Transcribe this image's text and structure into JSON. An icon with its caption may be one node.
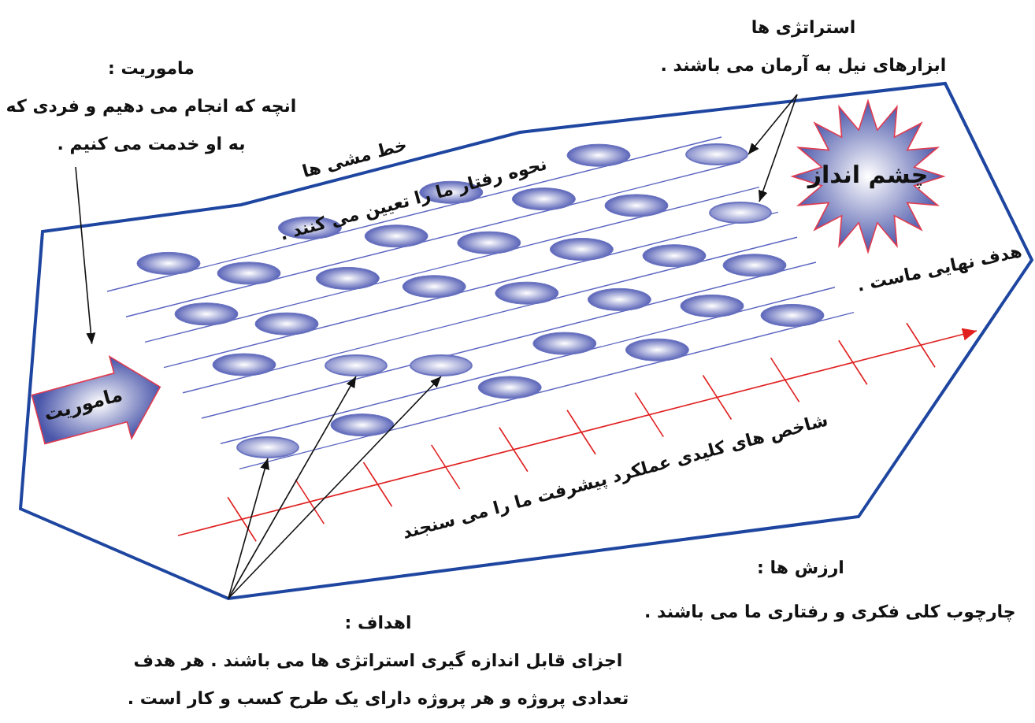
{
  "diagram": {
    "nodes": [
      {
        "text": [
          "ماموریت :",
          "انچه که انجام می دهیم و فردی که به او خدمت می کنیم ."
        ]
      },
      {
        "text": [
          "استراتژی ها",
          "ابزارهای نیل به آرمان می باشند ."
        ]
      },
      {
        "text": [
          "چشم انداز"
        ],
        "beside": [
          "هدف نهایی ماست ."
        ]
      },
      {
        "text": [
          "ماموریت"
        ]
      },
      {
        "text": [],
        "shape": "ellipse"
      },
      {
        "text": [],
        "shape": "ellipse"
      },
      {
        "text": [],
        "shape": "ellipse"
      },
      {
        "text": [],
        "shape": "ellipse"
      },
      {
        "text": [],
        "shape": "ellipse"
      },
      {
        "text": [
          "اهداف :",
          "اجزای قابل اندازه گیری استراتژی ها می باشند . هر هدف تعدادی پروژه و هر پروژه دارای یک طرح کسب و کار است ."
        ]
      }
    ],
    "edges": [
      {
        "from": 0,
        "to": 3,
        "arrow": "to"
      },
      {
        "from": 1,
        "to": 7,
        "arrow": "to"
      },
      {
        "from": 1,
        "to": 8,
        "arrow": "to"
      },
      {
        "from": 9,
        "to": 4,
        "arrow": "to"
      },
      {
        "from": 9,
        "to": 5,
        "arrow": "to"
      },
      {
        "from": 9,
        "to": 6,
        "arrow": "to"
      }
    ],
    "labels": [
      "خط مشی ها",
      "نحوه رفتار ما را تعیین می کنند .",
      "شاخص های کلیدی عملکرد پیشرفت ما را می سنجند",
      "ارزش ها :",
      "چارچوب کلی فکری و رفتاری ما می باشند ."
    ]
  }
}
